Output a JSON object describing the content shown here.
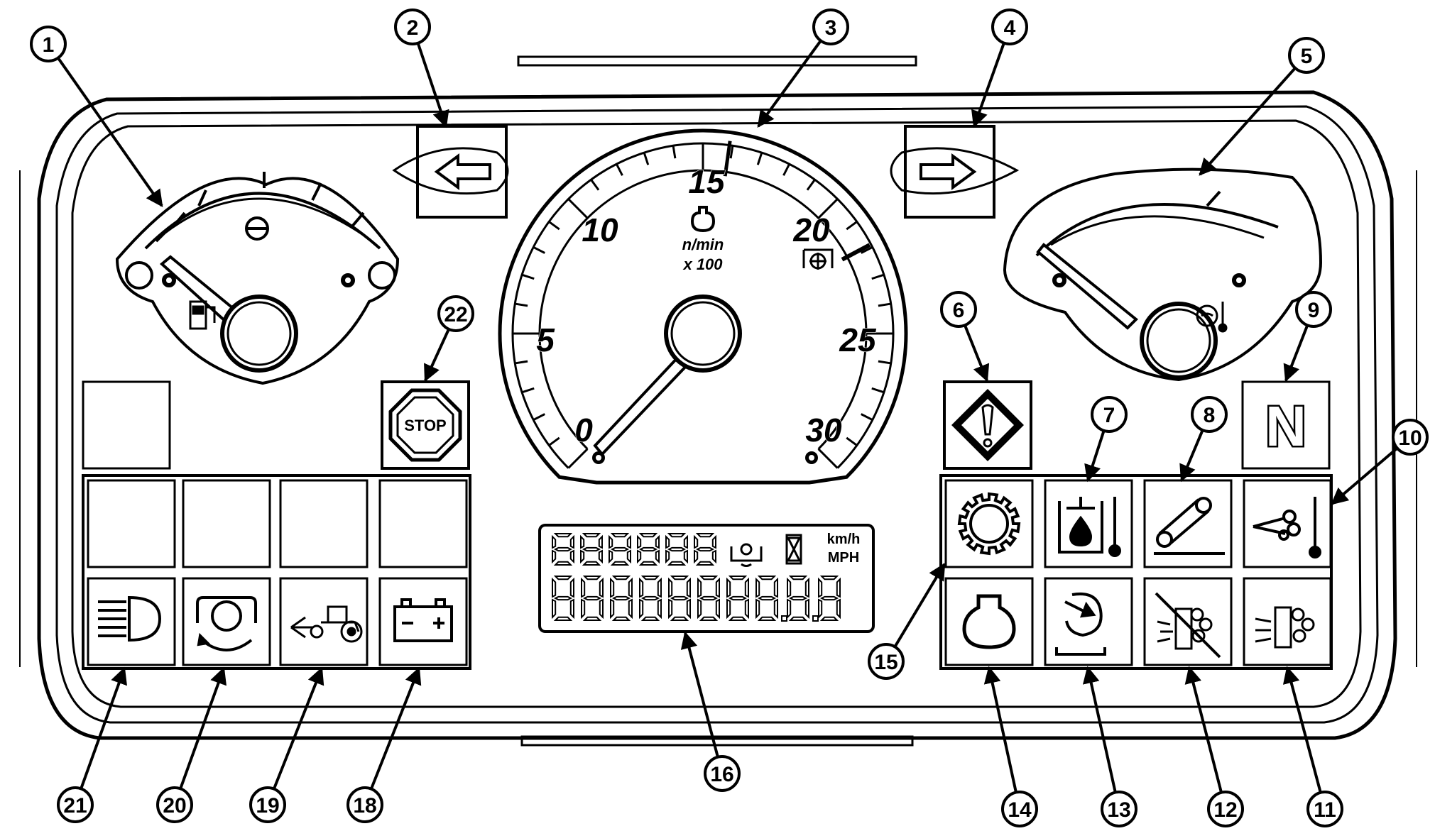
{
  "tachometer": {
    "scale_labels": [
      "0",
      "5",
      "10",
      "15",
      "20",
      "25",
      "30"
    ],
    "unit_line1": "n/min",
    "unit_line2": "x 100"
  },
  "stop_label": "STOP",
  "neutral_label": "N",
  "lcd": {
    "unit_kmh": "km/h",
    "unit_mph": "MPH",
    "row1_digits": "888888",
    "row2_digits": "88888888.8.8"
  },
  "callouts": [
    {
      "id": "1",
      "label": "1"
    },
    {
      "id": "2",
      "label": "2"
    },
    {
      "id": "3",
      "label": "3"
    },
    {
      "id": "4",
      "label": "4"
    },
    {
      "id": "5",
      "label": "5"
    },
    {
      "id": "6",
      "label": "6"
    },
    {
      "id": "7",
      "label": "7"
    },
    {
      "id": "8",
      "label": "8"
    },
    {
      "id": "9",
      "label": "9"
    },
    {
      "id": "10",
      "label": "10"
    },
    {
      "id": "11",
      "label": "11"
    },
    {
      "id": "12",
      "label": "12"
    },
    {
      "id": "13",
      "label": "13"
    },
    {
      "id": "14",
      "label": "14"
    },
    {
      "id": "15",
      "label": "15"
    },
    {
      "id": "16",
      "label": "16"
    },
    {
      "id": "18",
      "label": "18"
    },
    {
      "id": "19",
      "label": "19"
    },
    {
      "id": "20",
      "label": "20"
    },
    {
      "id": "21",
      "label": "21"
    },
    {
      "id": "22",
      "label": "22"
    }
  ]
}
